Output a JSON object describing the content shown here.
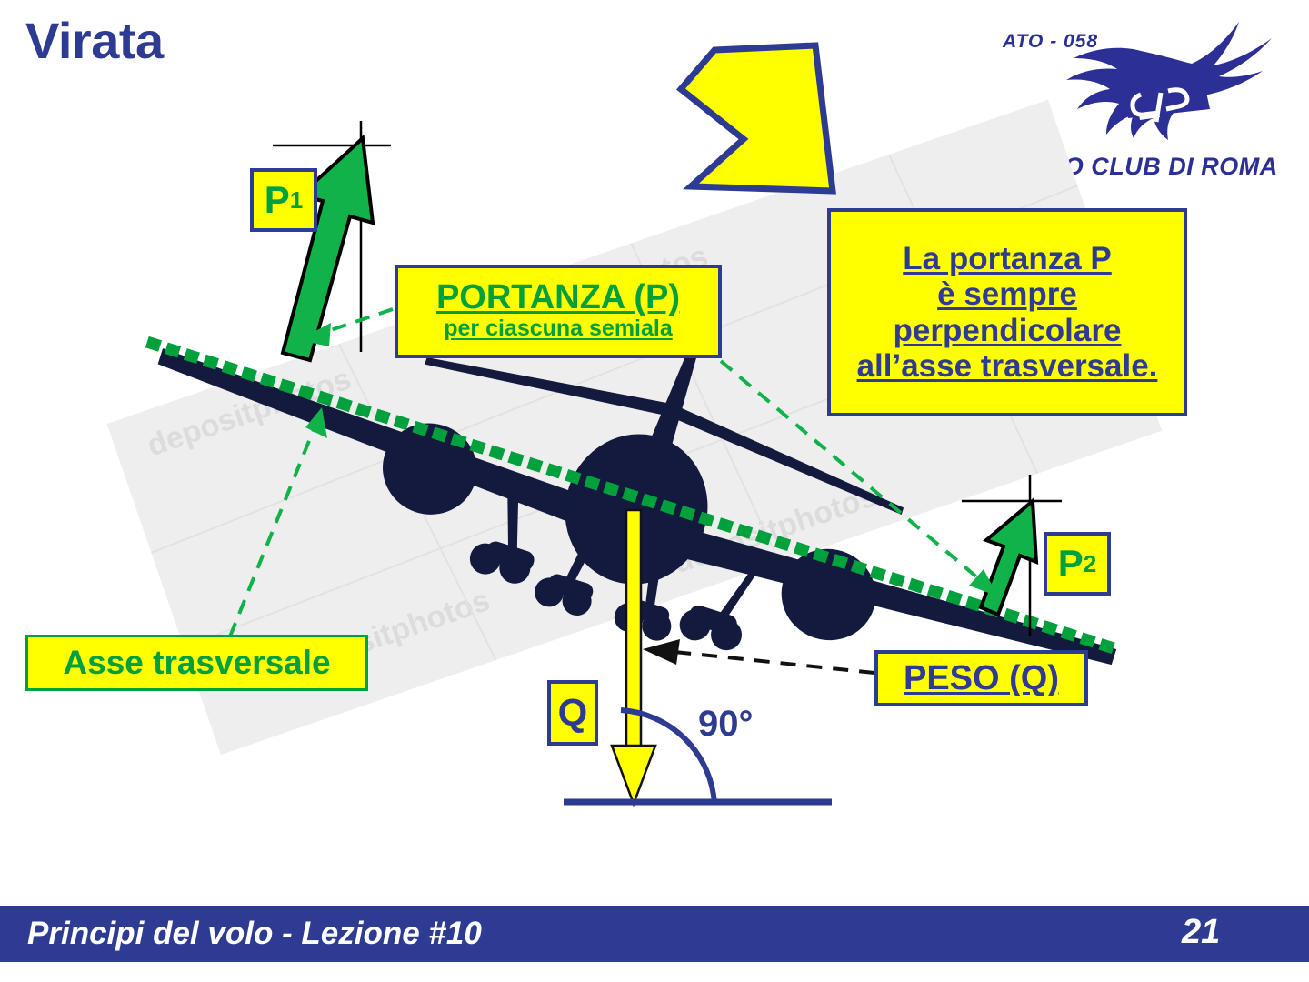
{
  "slide": {
    "title": "Virata",
    "background_color": "#ffffff",
    "accent_blue": "#2e3b92",
    "accent_green": "#00a03c",
    "accent_yellow": "#ffff00"
  },
  "logo": {
    "ato_code": "ATO - 058",
    "club_name": "AERO CLUB DI ROMA",
    "monogram": "er",
    "icon": "eagle-icon"
  },
  "callouts": {
    "statement": {
      "lines": [
        "La portanza P",
        "è sempre",
        "perpendicolare",
        "all’asse trasversale."
      ]
    },
    "portanza": {
      "line1": "PORTANZA (P)",
      "line2": "per ciascuna semiala"
    },
    "p1": {
      "symbol": "P",
      "subscript": "1"
    },
    "p2": {
      "symbol": "P",
      "subscript": "2"
    },
    "q": {
      "symbol": "Q"
    },
    "peso": {
      "label": "PESO (Q)"
    },
    "asse": {
      "label": "Asse trasversale"
    },
    "angle": {
      "label": "90°"
    }
  },
  "diagram": {
    "aircraft": "airplane-front-silhouette",
    "watermark": "depositphotos",
    "vectors": [
      {
        "name": "P1",
        "color": "#00a03c",
        "direction": "up-right",
        "meaning": "lift on left semiwing"
      },
      {
        "name": "P2",
        "color": "#00a03c",
        "direction": "up-right",
        "meaning": "lift on right semiwing"
      },
      {
        "name": "Q",
        "color": "#ffff00",
        "direction": "down",
        "meaning": "weight"
      }
    ],
    "axis": {
      "name": "asse trasversale",
      "style": "dotted",
      "color": "#00a03c"
    },
    "angle_between_weight_and_horizon": "90°"
  },
  "footer": {
    "text": "Principi del volo - Lezione #10",
    "page": "21"
  }
}
